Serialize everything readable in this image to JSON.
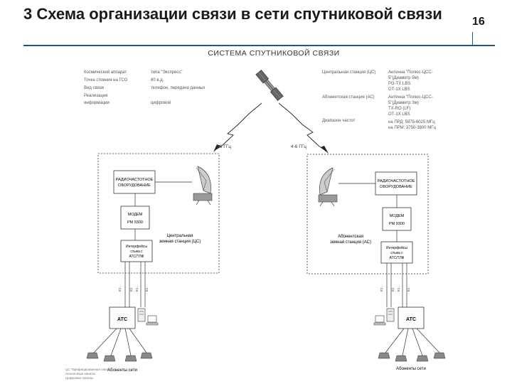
{
  "slide": {
    "title": "3 Схема организации связи в сети спутниковой связи",
    "page_number": "16"
  },
  "diagram": {
    "title": "СИСТЕМА СПУТНИКОВОЙ СВЯЗИ",
    "params_left": [
      "Космический аппарат",
      "Точка стояния на ГСО",
      "Вид связи",
      "Реализация",
      "информации"
    ],
    "params_mid": [
      "типа \"Экспресс\"",
      "80 в.д.",
      "телефон, передача данных",
      "",
      "цифровой"
    ],
    "stations": [
      "Центральная станция (ЦС)",
      "Абонентская станция (АС)",
      "Диапазон частот"
    ],
    "antenna_cs": [
      "Антенна \"Полюс-ЦСС-",
      "5\"(Диаметр 5м)",
      "РО-ТХ LBS",
      "ОТ-1Х LBS"
    ],
    "antenna_as": [
      "Антенна \"Полюс-ЦСС-",
      "5\"(Диаметр 3м)",
      "TX-RО (LF)",
      "ОТ-1Х LBS"
    ],
    "freq": [
      "на ПРД: 5975-6025 МГц",
      "на ПРМ: 3750-3800 МГц"
    ],
    "band_left": "4-6 ГГц",
    "band_right": "4-6 ГГц",
    "radio_equipment_cs": [
      "РАДИОЧАСТОТНОЕ",
      "ОБОРУДОВАНИЕ"
    ],
    "radio_equipment_as": [
      "РАДИОЧАСТОТНОЕ",
      "ОБОРУДОВАНИЕ"
    ],
    "modem_cs": [
      "МОДЕМ",
      "РМ 9300"
    ],
    "modem_as": [
      "МОДЕМ",
      "РМ 9300"
    ],
    "interface_cs": [
      "Интерфейсы",
      "стыка с",
      "АТС/ТЛФ"
    ],
    "interface_as": [
      "Интерфейсы",
      "стыка с",
      "АТС/ТЛФ"
    ],
    "station_label_cs": [
      "Центральная",
      "земная станция (ЦС)"
    ],
    "station_label_as": [
      "Абонентская",
      "земная станция (АС)"
    ],
    "ats_left": "АТС",
    "ats_right": "АТС",
    "subscribers_left": "Абоненты сети",
    "subscribers_right": "Абоненты сети",
    "link_labels_left": [
      "Е1",
      "Е1",
      "Е1",
      "Е1"
    ],
    "link_labels_right": [
      "Е1",
      "Е1",
      "Е1",
      "Е1"
    ],
    "legend": [
      "ЦС Тарифицированная связь",
      "Аналоговые каналы",
      "Цифровые каналы"
    ]
  }
}
